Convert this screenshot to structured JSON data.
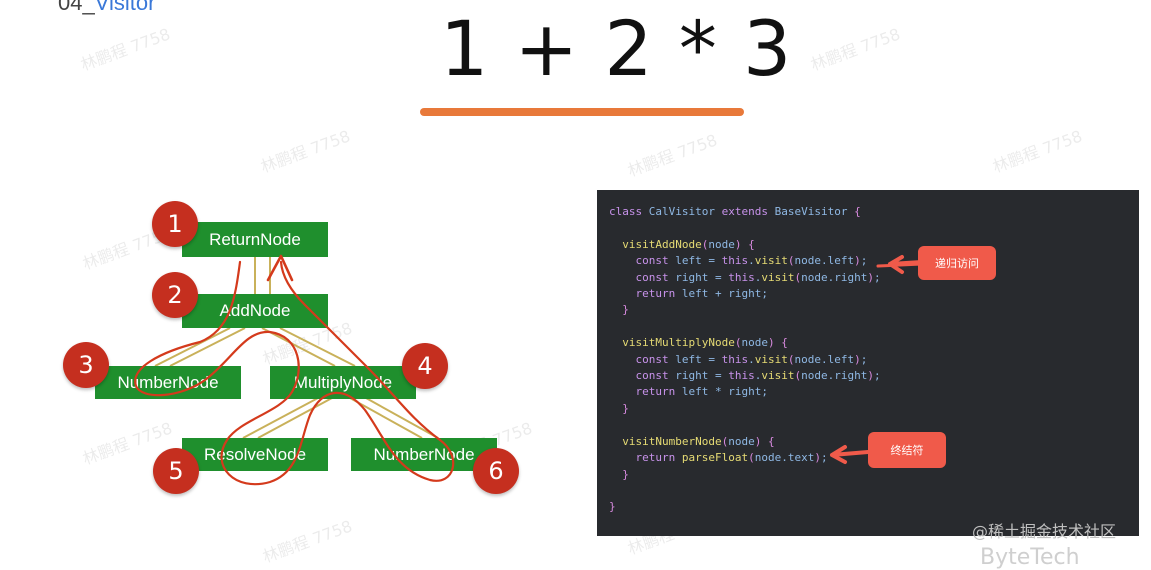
{
  "header": {
    "fragment_prefix": "04_",
    "fragment_link": "Visitor"
  },
  "expression": "1 + 2 * 3",
  "watermark": "林鹏程 7758",
  "tree": {
    "nodes": {
      "return": "ReturnNode",
      "add": "AddNode",
      "number_left": "NumberNode",
      "multiply": "MultiplyNode",
      "resolve": "ResolveNode",
      "number_right": "NumberNode"
    },
    "steps": [
      "1",
      "2",
      "3",
      "4",
      "5",
      "6"
    ]
  },
  "code": {
    "lines": [
      "class CalVisitor extends BaseVisitor {",
      "",
      "  visitAddNode(node) {",
      "    const left = this.visit(node.left);",
      "    const right = this.visit(node.right);",
      "    return left + right;",
      "  }",
      "",
      "  visitMultiplyNode(node) {",
      "    const left = this.visit(node.left);",
      "    const right = this.visit(node.right);",
      "    return left * right;",
      "  }",
      "",
      "  visitNumberNode(node) {",
      "    return parseFloat(node.text);",
      "  }",
      "",
      "}"
    ],
    "callouts": {
      "recursive": "递归访问",
      "terminal": "终结符"
    }
  },
  "footer": {
    "brand": "@稀土掘金技术社区",
    "brand2": "ByteTech"
  },
  "colors": {
    "node": "#1f8f2d",
    "badge": "#c52f1f",
    "path": "#d43a1c",
    "underline": "#e8793a",
    "code_bg": "#282a2e",
    "callout": "#f05a4a",
    "connector": "#c9b15a"
  }
}
